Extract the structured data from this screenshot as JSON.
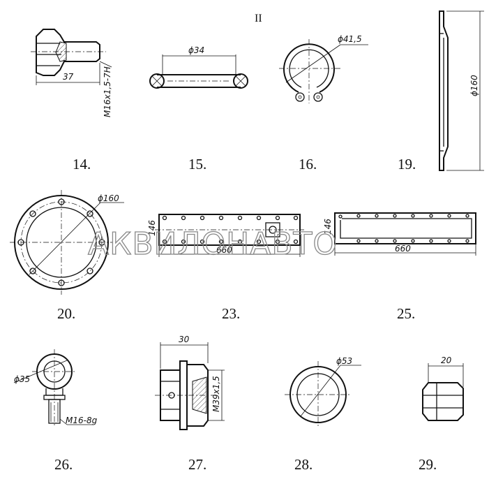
{
  "sheet": {
    "page_marker": "II",
    "watermark": "АКВИЛОНАВТО"
  },
  "parts": [
    {
      "id": "p14",
      "number": "14.",
      "dims": [
        "37",
        "M16x1,5-7H"
      ]
    },
    {
      "id": "p15",
      "number": "15.",
      "dims": [
        "ϕ34"
      ]
    },
    {
      "id": "p16",
      "number": "16.",
      "dims": [
        "ϕ41,5"
      ]
    },
    {
      "id": "p19",
      "number": "19.",
      "dims": [
        "ϕ160"
      ]
    },
    {
      "id": "p20",
      "number": "20.",
      "dims": [
        "ϕ160"
      ]
    },
    {
      "id": "p23",
      "number": "23.",
      "dims": [
        "146",
        "660"
      ]
    },
    {
      "id": "p25",
      "number": "25.",
      "dims": [
        "146",
        "660"
      ]
    },
    {
      "id": "p26",
      "number": "26.",
      "dims": [
        "ϕ35",
        "M16-8g"
      ]
    },
    {
      "id": "p27",
      "number": "27.",
      "dims": [
        "30",
        "M39x1,5"
      ]
    },
    {
      "id": "p28",
      "number": "28.",
      "dims": [
        "ϕ53"
      ]
    },
    {
      "id": "p29",
      "number": "29.",
      "dims": [
        "20"
      ]
    }
  ]
}
